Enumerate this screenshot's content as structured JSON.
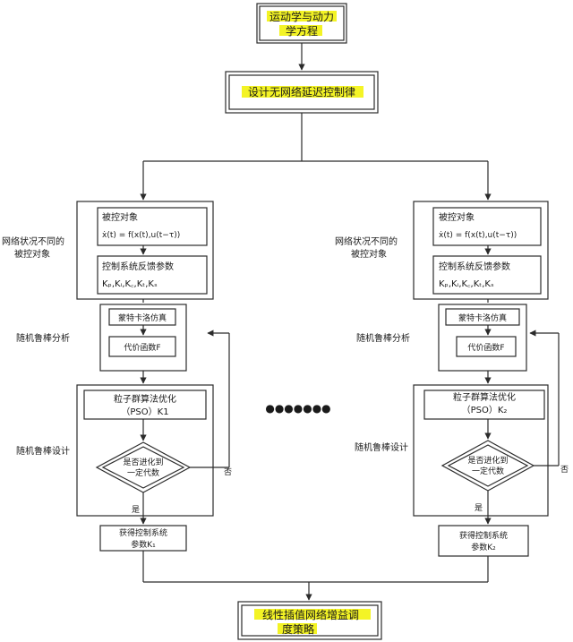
{
  "top_box": {
    "line1": "运动学与动力",
    "line2": "学方程"
  },
  "design_box": {
    "label": "设计无网络延迟控制律"
  },
  "bottom_box": {
    "line1": "线性插值网络增益调",
    "line2": "度策略"
  },
  "left": {
    "side_label_1": "网络状况不同的",
    "side_label_2": "被控对象",
    "plant_title": "被控对象",
    "plant_eq": "ẋ(t) = f(x(t),u(t−τ))",
    "feedback_title": "控制系统反馈参数",
    "feedback_params": "Kₚ,Kᵢ,K꜀,Kₜ,Kₛ",
    "robust_label": "随机鲁棒分析",
    "monte_carlo": "蒙特卡洛仿真",
    "cost_fn": "代价函数F",
    "design_label": "随机鲁棒设计",
    "pso_line1": "粒子群算法优化",
    "pso_line2": "（PSO）K1",
    "decision_line1": "是否进化到",
    "decision_line2": "一定代数",
    "no_label": "否",
    "yes_label": "是",
    "result_line1": "获得控制系统",
    "result_line2": "参数K₁"
  },
  "right": {
    "side_label_1": "网络状况不同的",
    "side_label_2": "被控对象",
    "plant_title": "被控对象",
    "plant_eq": "ẋ(t) = f(x(t),u(t−τ))",
    "feedback_title": "控制系统反馈参数",
    "feedback_params": "Kₚ,Kᵢ,K꜀,Kₜ,Kₛ",
    "robust_label": "随机鲁棒分析",
    "monte_carlo": "蒙特卡洛仿真",
    "cost_fn": "代价函数F",
    "design_label": "随机鲁棒设计",
    "pso_line1": "粒子群算法优化",
    "pso_line2": "（PSO）K₂",
    "decision_line1": "是否进化到",
    "decision_line2": "一定代数",
    "no_label": "否",
    "yes_label": "是",
    "result_line1": "获得控制系统",
    "result_line2": "参数K₂"
  },
  "ellipsis": "●●●●●●●",
  "colors": {
    "highlight": "#f2f200",
    "stroke": "#2b2b2b"
  }
}
